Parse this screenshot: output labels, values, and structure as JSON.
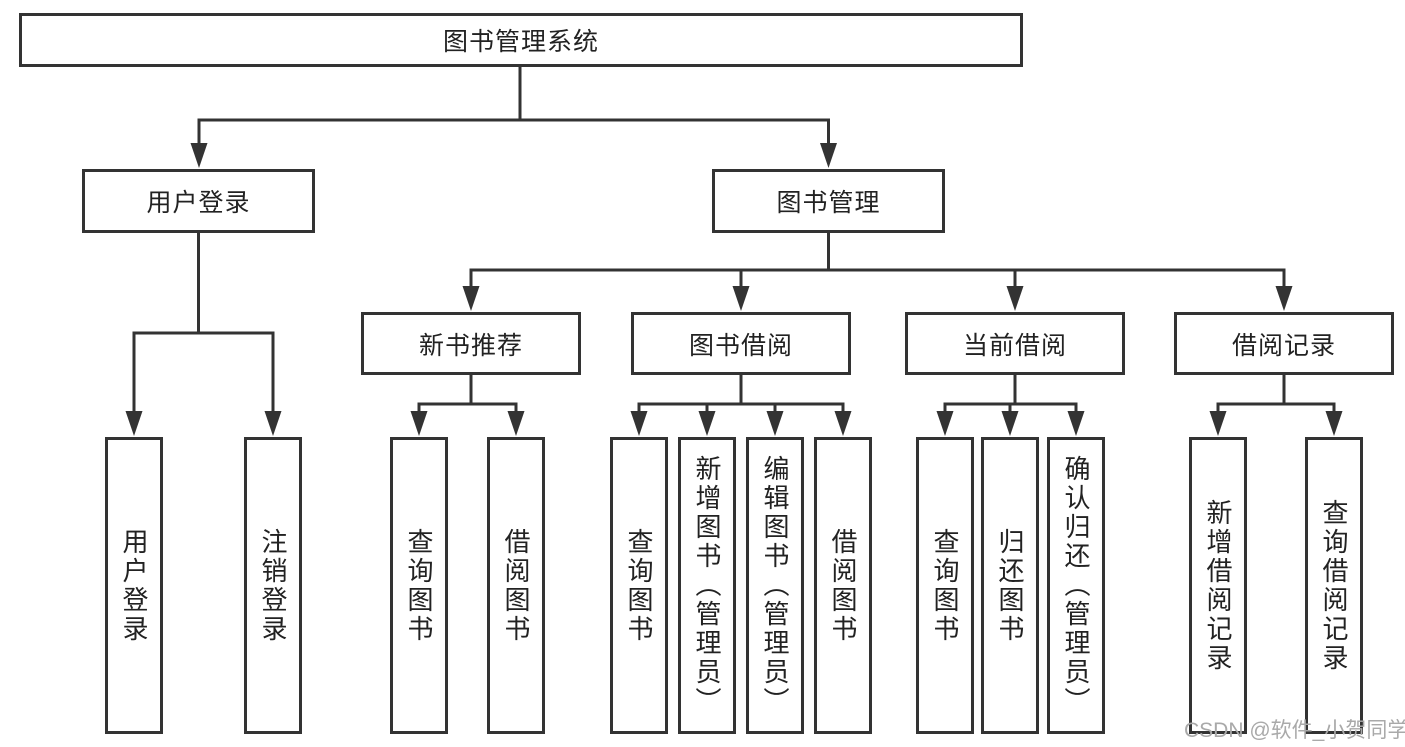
{
  "colors": {
    "line": "#333333",
    "box_border": "#333333",
    "text": "#222222",
    "watermark": "#a9a9a9",
    "background": "#ffffff"
  },
  "diagram": {
    "root": {
      "label": "图书管理系统"
    },
    "branches": [
      {
        "label": "用户登录",
        "children": [
          {
            "label": "用户登录"
          },
          {
            "label": "注销登录"
          }
        ]
      },
      {
        "label": "图书管理",
        "children": [
          {
            "label": "新书推荐",
            "children": [
              {
                "label": "查询图书"
              },
              {
                "label": "借阅图书"
              }
            ]
          },
          {
            "label": "图书借阅",
            "children": [
              {
                "label": "查询图书"
              },
              {
                "label": "新增图书（管理员）"
              },
              {
                "label": "编辑图书（管理员）"
              },
              {
                "label": "借阅图书"
              }
            ]
          },
          {
            "label": "当前借阅",
            "children": [
              {
                "label": "查询图书"
              },
              {
                "label": "归还图书"
              },
              {
                "label": "确认归还（管理员）"
              }
            ]
          },
          {
            "label": "借阅记录",
            "children": [
              {
                "label": "新增借阅记录"
              },
              {
                "label": "查询借阅记录"
              }
            ]
          }
        ]
      }
    ]
  },
  "watermark": {
    "text": "CSDN @软件_小贺同学"
  }
}
